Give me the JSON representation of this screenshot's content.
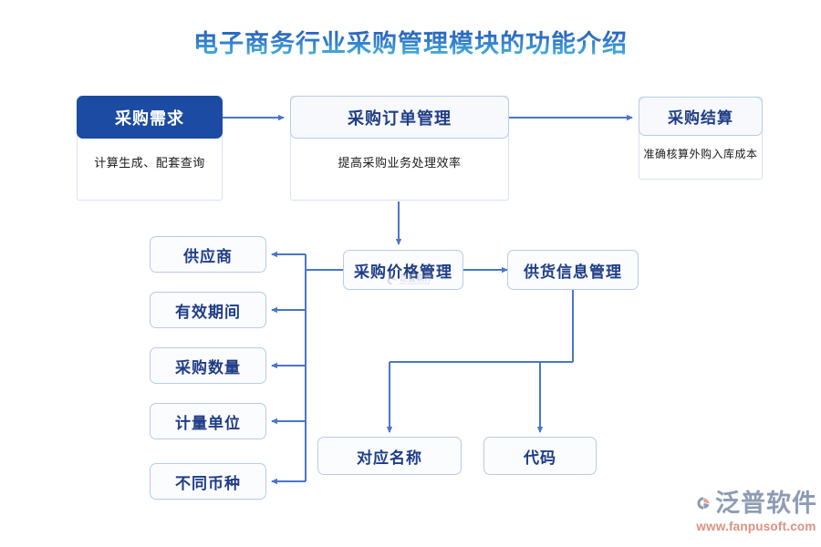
{
  "page": {
    "title": "电子商务行业采购管理模块的功能介绍",
    "background": "#ffffff",
    "accent_blue": "#4a76c8",
    "dark_blue": "#1b4ba3",
    "text_blue": "#1f3d86"
  },
  "flow": {
    "top_row": [
      {
        "id": "purchase-requirement",
        "header": "采购需求",
        "body": "计算生成、配套查询",
        "style": "solid"
      },
      {
        "id": "purchase-order-management",
        "header": "采购订单管理",
        "body": "提高采购业务处理效率",
        "style": "light"
      },
      {
        "id": "purchase-settlement",
        "header": "采购结算",
        "body": "准确核算外购入库成本",
        "style": "light"
      }
    ],
    "mid_row": [
      {
        "id": "purchase-price-management",
        "label": "采购价格管理"
      },
      {
        "id": "supply-information-management",
        "label": "供货信息管理"
      }
    ],
    "left_column": [
      {
        "id": "supplier",
        "label": "供应商"
      },
      {
        "id": "validity-period",
        "label": "有效期间"
      },
      {
        "id": "purchase-quantity",
        "label": "采购数量"
      },
      {
        "id": "measurement-unit",
        "label": "计量单位"
      },
      {
        "id": "different-currency",
        "label": "不同币种"
      }
    ],
    "bottom_row": [
      {
        "id": "corresponding-name",
        "label": "对应名称"
      },
      {
        "id": "code",
        "label": "代码"
      }
    ]
  },
  "watermark": {
    "name": "泛普软件",
    "sub": "www.fanpusoft.com"
  },
  "brand": {
    "name": "泛普软件",
    "url": "www.fanpusoft.com"
  }
}
